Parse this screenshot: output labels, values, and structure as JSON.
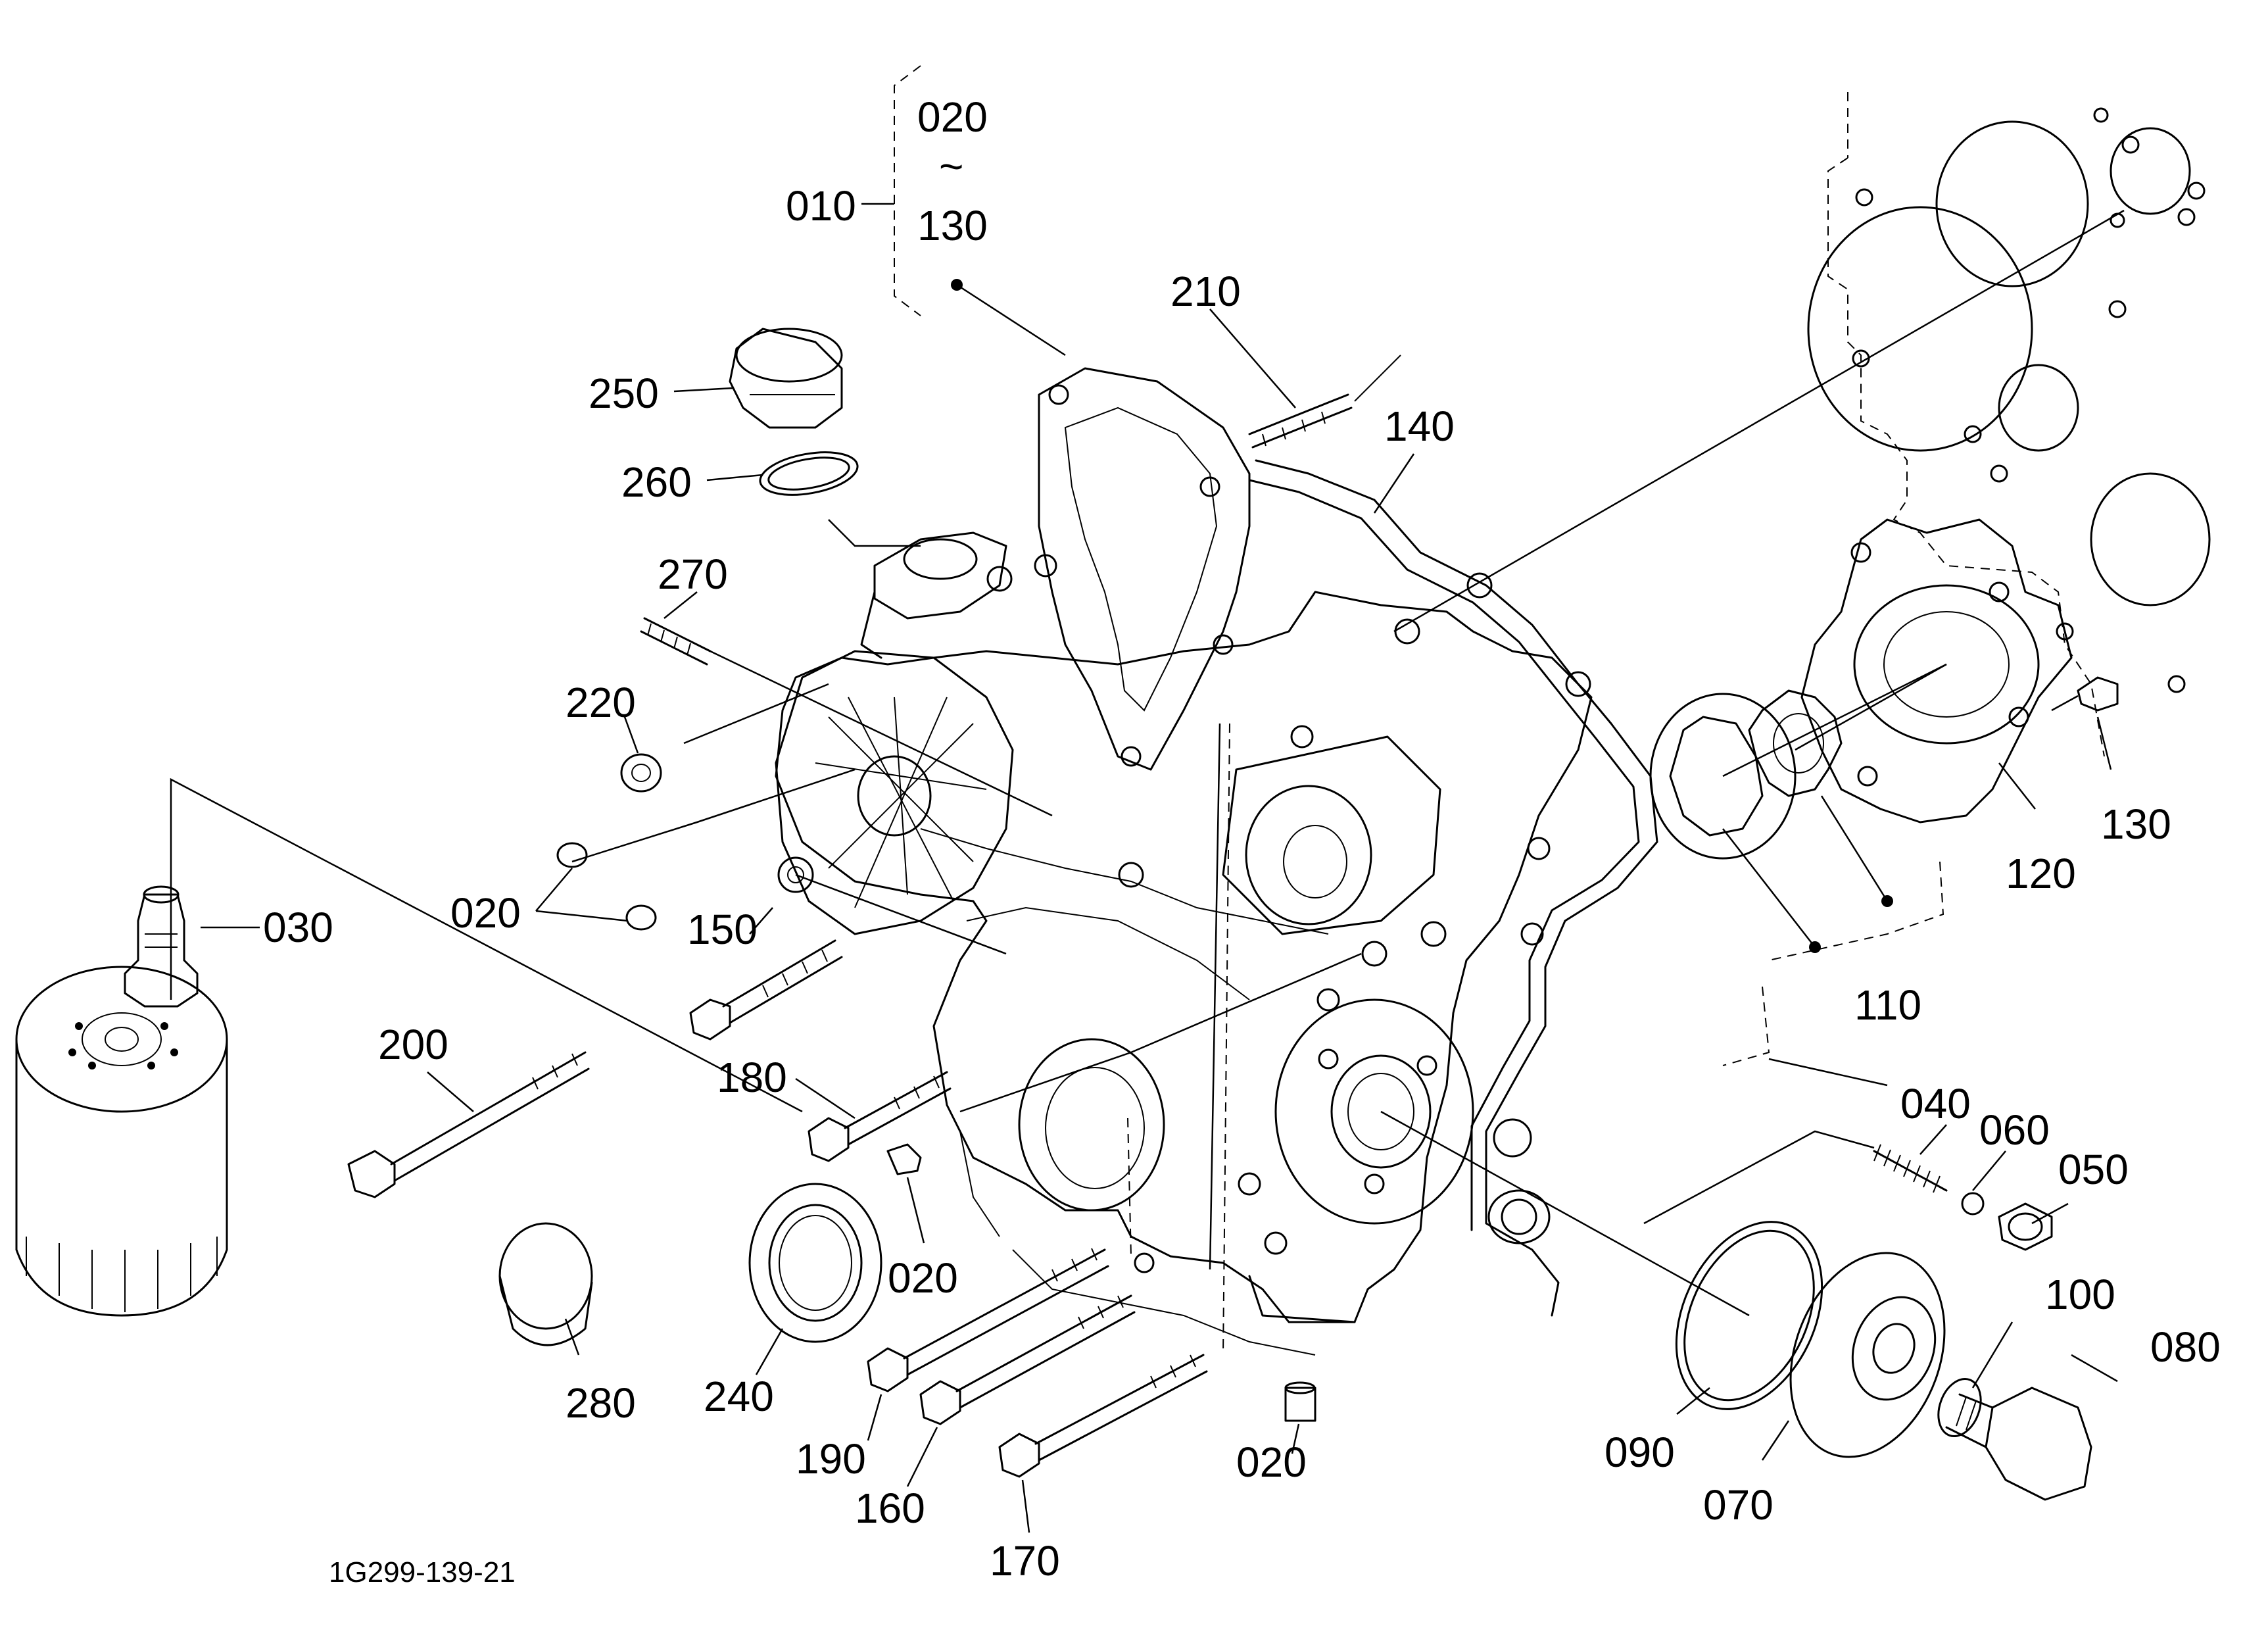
{
  "drawing": {
    "code": "1G299-139-21",
    "range_from": "020",
    "range_sep": "~",
    "range_to": "130"
  },
  "callouts": [
    {
      "id": "010",
      "text": "010"
    },
    {
      "id": "020a",
      "text": "020"
    },
    {
      "id": "020b",
      "text": "020"
    },
    {
      "id": "020c",
      "text": "020"
    },
    {
      "id": "030",
      "text": "030"
    },
    {
      "id": "040",
      "text": "040"
    },
    {
      "id": "050",
      "text": "050"
    },
    {
      "id": "060",
      "text": "060"
    },
    {
      "id": "070",
      "text": "070"
    },
    {
      "id": "080",
      "text": "080"
    },
    {
      "id": "090",
      "text": "090"
    },
    {
      "id": "100",
      "text": "100"
    },
    {
      "id": "110",
      "text": "110"
    },
    {
      "id": "120",
      "text": "120"
    },
    {
      "id": "130",
      "text": "130"
    },
    {
      "id": "140",
      "text": "140"
    },
    {
      "id": "150",
      "text": "150"
    },
    {
      "id": "160",
      "text": "160"
    },
    {
      "id": "170",
      "text": "170"
    },
    {
      "id": "180",
      "text": "180"
    },
    {
      "id": "190",
      "text": "190"
    },
    {
      "id": "200",
      "text": "200"
    },
    {
      "id": "210",
      "text": "210"
    },
    {
      "id": "220",
      "text": "220"
    },
    {
      "id": "240",
      "text": "240"
    },
    {
      "id": "250",
      "text": "250"
    },
    {
      "id": "260",
      "text": "260"
    },
    {
      "id": "270",
      "text": "270"
    },
    {
      "id": "280",
      "text": "280"
    }
  ]
}
